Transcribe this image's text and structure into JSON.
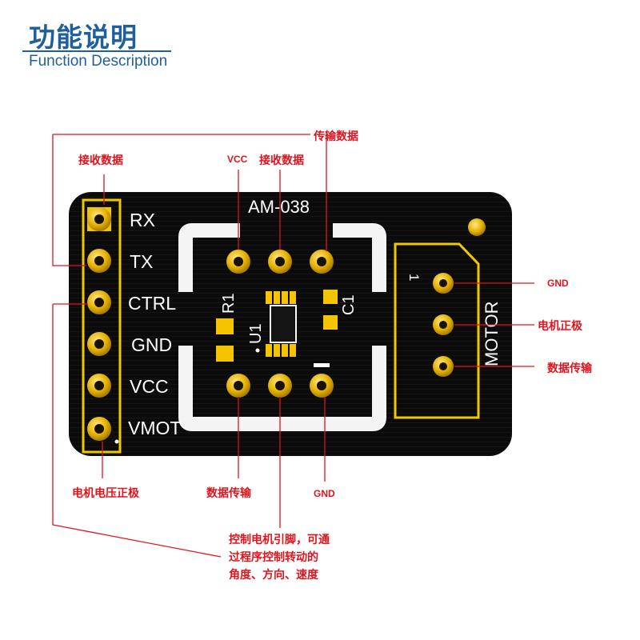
{
  "header": {
    "title": "功能说明",
    "subtitle": "Function Description"
  },
  "board": {
    "name": "AM-038",
    "pin_labels": [
      "RX",
      "TX",
      "CTRL",
      "GND",
      "VCC",
      "VMOT"
    ],
    "silkscreen": {
      "r1": "R1",
      "c1": "C1",
      "u1": "U1",
      "motor": "MOTOR",
      "pin1": "1"
    },
    "colors": {
      "pcb": "#0c0c0c",
      "gold": "#e6b800",
      "frame": "#f0c800",
      "label": "#e0141c",
      "title": "#1f5fa0"
    }
  },
  "annotations": {
    "rx_recv": "接收数据",
    "tx_send": "传输数据",
    "vcc": "VCC",
    "recv_top": "接收数据",
    "motor_gnd": "GND",
    "motor_pos": "电机正极",
    "motor_data": "数据传输",
    "vmot": "电机电压正极",
    "data_bottom": "数据传输",
    "gnd_bottom": "GND",
    "ctrl_note": [
      "控制电机引脚，可通",
      "过程序控制转动的",
      "角度、方向、速度"
    ]
  }
}
